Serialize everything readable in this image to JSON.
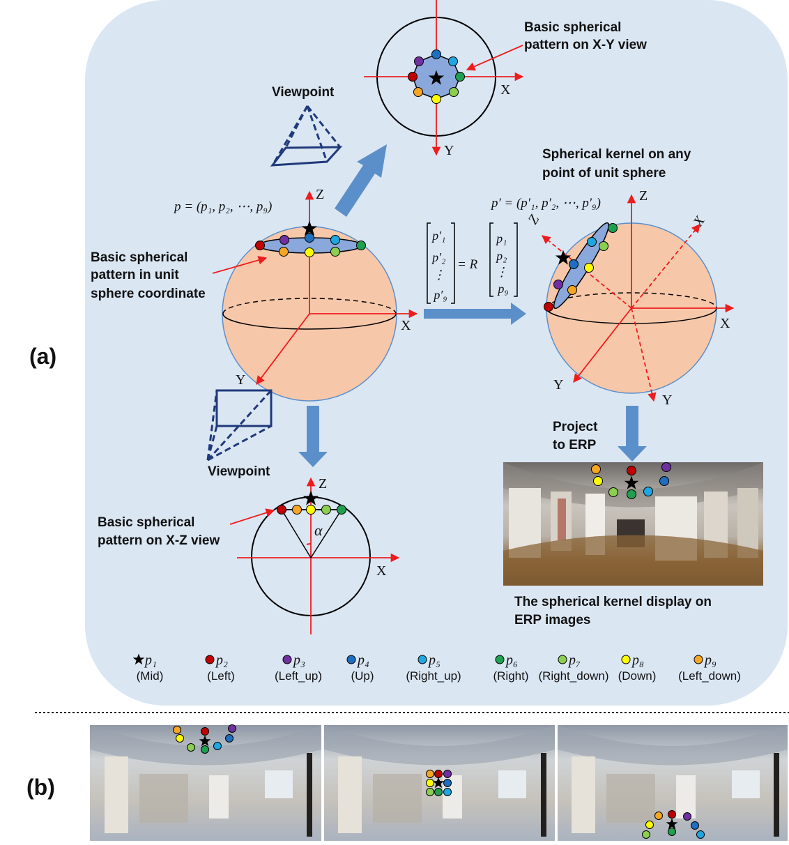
{
  "panel_labels": {
    "a": "(a)",
    "b": "(b)"
  },
  "labels": {
    "xy_view": [
      "Basic spherical",
      "pattern on X-Y view"
    ],
    "viewpoint_top": "Viewpoint",
    "viewpoint_bottom": "Viewpoint",
    "unit_sphere": [
      "Basic spherical",
      "pattern in unit",
      "sphere coordinate"
    ],
    "any_point": [
      "Spherical kernel on any",
      "point of unit sphere"
    ],
    "xz_view": [
      "Basic spherical",
      "pattern on X-Z view"
    ],
    "project": [
      "Project",
      "to ERP"
    ],
    "erp_display": [
      "The spherical kernel display on",
      "ERP images"
    ]
  },
  "formulas": {
    "p": "p = (p₁, p₂, ⋯, p₉)",
    "p_prime": "p′ = (p′₁, p′₂, ⋯, p′₉)",
    "matrix_lhs": [
      "p′₁",
      "p′₂",
      "⋮",
      "p′₉"
    ],
    "matrix_op": "= R",
    "matrix_rhs": [
      "p₁",
      "p₂",
      "⋮",
      "p₉"
    ],
    "alpha": "α"
  },
  "axes": {
    "x": "X",
    "y": "Y",
    "z": "Z",
    "x_rot": "X",
    "y_rot": "Y",
    "z_rot": "Z"
  },
  "legend": [
    {
      "symbol": "p₁",
      "desc": "(Mid)",
      "color": "#000000",
      "shape": "star"
    },
    {
      "symbol": "p₂",
      "desc": "(Left)",
      "color": "#c00000",
      "shape": "dot"
    },
    {
      "symbol": "p₃",
      "desc": "(Left_up)",
      "color": "#7030a0",
      "shape": "dot"
    },
    {
      "symbol": "p₄",
      "desc": "(Up)",
      "color": "#1f6fc0",
      "shape": "dot"
    },
    {
      "symbol": "p₅",
      "desc": "(Right_up)",
      "color": "#1ea7e1",
      "shape": "dot"
    },
    {
      "symbol": "p₆",
      "desc": "(Right)",
      "color": "#1fa050",
      "shape": "dot"
    },
    {
      "symbol": "p₇",
      "desc": "(Right_down)",
      "color": "#8ccf50",
      "shape": "dot"
    },
    {
      "symbol": "p₈",
      "desc": "(Down)",
      "color": "#ffff00",
      "shape": "dot"
    },
    {
      "symbol": "p₉",
      "desc": "(Left_down)",
      "color": "#f5a623",
      "shape": "dot"
    }
  ],
  "colors": {
    "panel_bg": "#dbe6f3",
    "sphere_fill": "#f7c7a9",
    "sphere_stroke": "#5b8fc9",
    "pattern_fill": "#8aa8dc",
    "axis_red": "#ee1c1c",
    "arrow_blue": "#5b8fc9",
    "pyramid": "#1f3a7a"
  }
}
